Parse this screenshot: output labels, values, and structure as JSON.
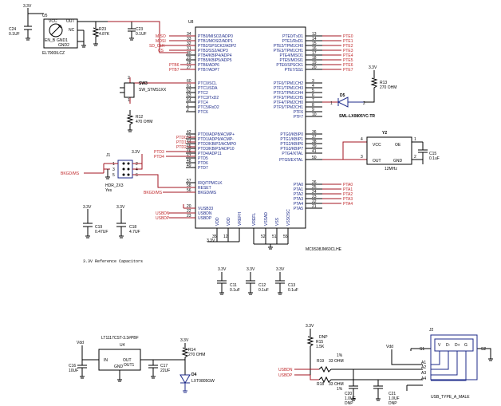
{
  "u5": {
    "ref": "U5",
    "part": "EL7900ILCZ",
    "pins": [
      "VCC",
      "OUT",
      "NC",
      "EN_B",
      "GND1",
      "GND2"
    ],
    "pin_nums": [
      "1",
      "2",
      "3",
      "4",
      "5",
      "6"
    ]
  },
  "top": {
    "vcc": "3.3V",
    "c24_ref": "C24",
    "c24_val": "0.1UF",
    "r23_ref": "R23",
    "r23_val": "4.87K",
    "c23_ref": "C23",
    "c23_val": "0.1UF",
    "ss_pins": [
      "5",
      "4"
    ]
  },
  "u8": {
    "ref": "U8",
    "part": "MC9S08JM60CLHE",
    "left_pins": [
      {
        "n": "34",
        "l": "PTB0/MISO2/ADP0"
      },
      {
        "n": "33",
        "l": "PTB1/MOSI2/ADP1"
      },
      {
        "n": "32",
        "l": "PTB2/SPSCK2/ADP2"
      },
      {
        "n": "31",
        "l": "PTB3/SS2/ADP3"
      },
      {
        "n": "30",
        "l": "PTB4/KBIP4/ADP4"
      },
      {
        "n": "29",
        "l": "PTB5/KBIP5/ADP5"
      },
      {
        "n": "28",
        "l": "PTB6/ADP6"
      },
      {
        "n": "27",
        "l": "PTB7/ADP7"
      },
      {
        "n": "60",
        "l": "PTC0/SCL"
      },
      {
        "n": "61",
        "l": "PTC1/SDA"
      },
      {
        "n": "62",
        "l": "PTC2"
      },
      {
        "n": "63",
        "l": "PTC3/TxD2"
      },
      {
        "n": "64",
        "l": "PTC4"
      },
      {
        "n": "1",
        "l": "PTC5/RxD2"
      },
      {
        "n": "2",
        "l": "PTC6"
      },
      {
        "n": "42",
        "l": "PTD0/ADP8/ACMP+"
      },
      {
        "n": "43",
        "l": "PTD1/ADP9/ACMP-"
      },
      {
        "n": "44",
        "l": "PTD2/KBIP2/ACMPO"
      },
      {
        "n": "45",
        "l": "PTD3/KBIP3/ADP10"
      },
      {
        "n": "46",
        "l": "PTD4/ADP11"
      },
      {
        "n": "47",
        "l": "PTD5"
      },
      {
        "n": "48",
        "l": "PTD6"
      },
      {
        "n": "49",
        "l": "PTD7"
      },
      {
        "n": "57",
        "l": "IRQ/TPMCLK"
      },
      {
        "n": "58",
        "l": "RESET"
      },
      {
        "n": "56",
        "l": "BKGD/MS"
      },
      {
        "n": "20",
        "l": "VUSB33"
      },
      {
        "n": "22",
        "l": "USBDN"
      },
      {
        "n": "23",
        "l": "USBDP"
      }
    ],
    "right_pins": [
      {
        "n": "13",
        "l": "PTE0/TxD1"
      },
      {
        "n": "14",
        "l": "PTE1/RxD1"
      },
      {
        "n": "15",
        "l": "PTE2/TPM1CH0"
      },
      {
        "n": "16",
        "l": "PTE3/TPM1CH1"
      },
      {
        "n": "17",
        "l": "PTE4/MISO1"
      },
      {
        "n": "18",
        "l": "PTE5/MOSI1"
      },
      {
        "n": "19",
        "l": "PTE6/SPSCK1"
      },
      {
        "n": "20",
        "l": "PTE7/SS1"
      },
      {
        "n": "3",
        "l": "PTF0/TPM1CH2"
      },
      {
        "n": "4",
        "l": "PTF1/TPM1CH3"
      },
      {
        "n": "5",
        "l": "PTF2/TPM1CH4"
      },
      {
        "n": "6",
        "l": "PTF3/TPM1CH5"
      },
      {
        "n": "7",
        "l": "PTF4/TPM2CH0"
      },
      {
        "n": "8",
        "l": "PTF5/TPM2CH1"
      },
      {
        "n": "9",
        "l": "PTF6"
      },
      {
        "n": "10",
        "l": "PTF7"
      },
      {
        "n": "36",
        "l": "PTG0/KBIP0"
      },
      {
        "n": "37",
        "l": "PTG1/KBIP1"
      },
      {
        "n": "38",
        "l": "PTG2/KBIP6"
      },
      {
        "n": "39",
        "l": "PTG3/KBIP7"
      },
      {
        "n": "41",
        "l": "PTG4/XTAL"
      },
      {
        "n": "50",
        "l": "PTG5/EXTAL"
      },
      {
        "n": "26",
        "l": "PTA0"
      },
      {
        "n": "25",
        "l": "PTA1"
      },
      {
        "n": "24",
        "l": "PTA2"
      },
      {
        "n": "23",
        "l": "PTA3"
      },
      {
        "n": "22",
        "l": "PTA4"
      },
      {
        "n": "21",
        "l": "PTA5"
      }
    ],
    "bottom_pins": [
      {
        "n": "",
        "l": "VDD"
      },
      {
        "n": "",
        "l": "VDD"
      },
      {
        "n": "",
        "l": "VREFH"
      },
      {
        "n": "",
        "l": "VREFL"
      },
      {
        "n": "",
        "l": "VSSAD"
      },
      {
        "n": "",
        "l": "VSS"
      },
      {
        "n": "",
        "l": "VSSOSC"
      }
    ],
    "bottom_nums": [
      "35",
      "12",
      "",
      "",
      "52",
      "51",
      "55"
    ]
  },
  "left_nets": [
    "MISO",
    "MOSI",
    "SD_CLK",
    "CS"
  ],
  "pte_nets": [
    "PTE0",
    "PTE1",
    "PTE2",
    "PTE3",
    "PTE4",
    "PTE5",
    "PTE6",
    "PTE7"
  ],
  "ptd_nets": [
    "PTD0",
    "PTD1",
    "PTD2",
    "PTD3",
    "PTD4"
  ],
  "pta_nets": [
    "PTA0",
    "PTA1",
    "PTA2",
    "PTA3",
    "PTA4"
  ],
  "ptb_nets": [
    "PTB6",
    "PTB7"
  ],
  "sw3": {
    "ref": "SW3",
    "part": "SW_STMS1XX",
    "pins": [
      "2",
      "1"
    ]
  },
  "r12": {
    "ref": "R12",
    "val": "470 OHM"
  },
  "j1": {
    "ref": "J1",
    "part": "HDR_2X3",
    "yes": "Yes",
    "pins_l": [
      "1",
      "3",
      "5"
    ],
    "pins_r": [
      "2",
      "4",
      "6"
    ],
    "vcc": "3.3V",
    "net": "BKGD/MS"
  },
  "bkgd_net": "BKGD/MS",
  "usb_nets": [
    "USBDN",
    "USBDP"
  ],
  "c19": {
    "vcc": "3.3V",
    "ref": "C19",
    "val": "0.47UF"
  },
  "c18": {
    "vcc": "3.3V",
    "ref": "C18",
    "val": "4.7UF"
  },
  "ref_note": "3.3V Reference Capacitors",
  "rail_label": "3.3V",
  "decoupling": [
    {
      "vcc": "3.3V",
      "ref": "C11",
      "val": "0.1uF"
    },
    {
      "vcc": "3.3V",
      "ref": "C12",
      "val": "0.1uF"
    },
    {
      "vcc": "3.3V",
      "ref": "C13",
      "val": "0.1uF"
    }
  ],
  "r13": {
    "vcc": "3.3V",
    "ref": "R13",
    "val": "270 OHM"
  },
  "d5": {
    "ref": "D5",
    "part": "SML-LX0805YC-TR",
    "pins": [
      "1",
      "2"
    ]
  },
  "y2": {
    "ref": "Y2",
    "freq": "12MHz",
    "pins": [
      "VCC",
      "OE",
      "OUT",
      "GND"
    ],
    "nums": [
      "4",
      "1",
      "3",
      "2"
    ]
  },
  "c15": {
    "ref": "C15",
    "val": "0.1uF"
  },
  "u4": {
    "ref": "U4",
    "part": "LT1117CST-3.3#PBF",
    "vdd": "Vdd",
    "in": "IN",
    "out": "OUT",
    "out1": "OUT1",
    "gnd": "GND",
    "nums": [
      "3",
      "2",
      "4",
      "1"
    ]
  },
  "c16": {
    "ref": "C16",
    "val": "10UF"
  },
  "c17": {
    "ref": "C17",
    "val": "22UF"
  },
  "r14": {
    "vcc": "3.3V",
    "ref": "R14",
    "val": "270 OHM"
  },
  "d4": {
    "ref": "D4",
    "part": "LXT0805GW"
  },
  "r15": {
    "vcc": "3.3V",
    "dnp": "DNP",
    "ref": "R15",
    "val": "1.5K"
  },
  "r19": {
    "ref": "R19",
    "val": "33 OHM",
    "pct": "1%"
  },
  "r18": {
    "ref": "R18",
    "val": "33 OHM",
    "pct": "1%"
  },
  "c20": {
    "ref": "C20",
    "val": "1.0UF",
    "dnp": "DNP"
  },
  "c21": {
    "ref": "C21",
    "val": "1.0UF",
    "dnp": "DNP"
  },
  "j2": {
    "ref": "J2",
    "part": "USB_TYPE_A_MALE",
    "vdd": "Vdd",
    "pins": [
      "A1",
      "A2",
      "A3",
      "A4"
    ],
    "shield": [
      "S1",
      "S2"
    ],
    "cont": [
      "V",
      "D-",
      "D+",
      "G"
    ]
  }
}
